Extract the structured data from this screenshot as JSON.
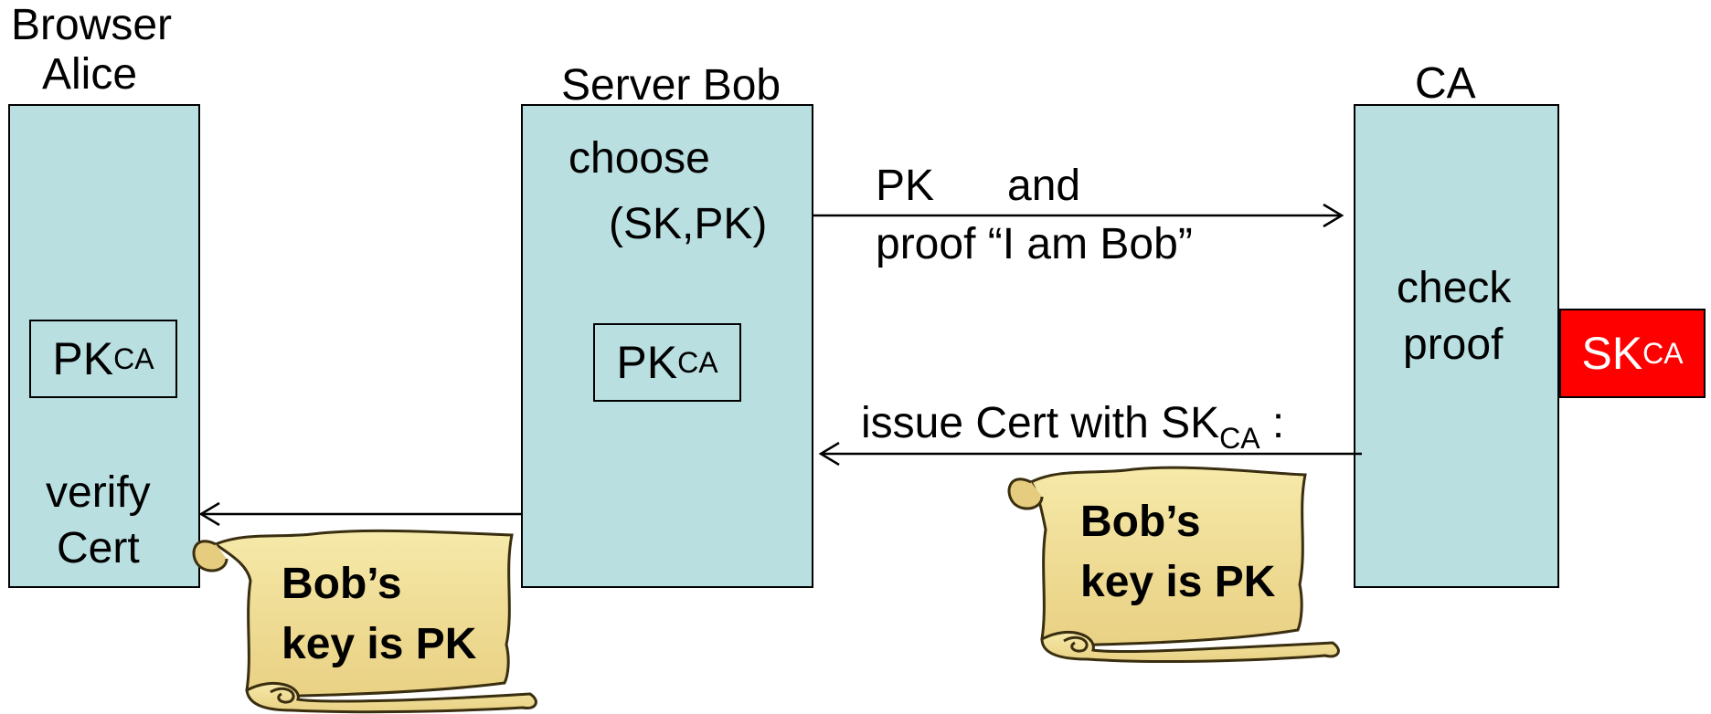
{
  "parties": {
    "alice": {
      "line1": "Browser",
      "line2": "Alice",
      "key": "PK",
      "key_sub": "CA",
      "action1": "verify",
      "action2": "Cert"
    },
    "bob": {
      "title": "Server Bob",
      "action1": "choose",
      "action2": "(SK,PK)",
      "key": "PK",
      "key_sub": "CA"
    },
    "ca": {
      "title": "CA",
      "action1": "check",
      "action2": "proof",
      "secret": "SK",
      "secret_sub": "CA"
    }
  },
  "messages": {
    "to_ca_line1_a": "PK",
    "to_ca_line1_b": "and",
    "to_ca_line2": "proof “I am Bob”",
    "from_ca_prefix": "issue Cert with SK",
    "from_ca_sub": "CA",
    "from_ca_suffix": " :"
  },
  "certificates": {
    "cert_to_bob": {
      "line1": "Bob’s",
      "line2": "key is PK"
    },
    "cert_to_alice": {
      "line1": "Bob’s",
      "line2": "key is PK"
    }
  },
  "colors": {
    "box_fill": "#b9dfe1",
    "secret_fill": "#ff0000",
    "scroll_fill": "#f2e29e"
  }
}
